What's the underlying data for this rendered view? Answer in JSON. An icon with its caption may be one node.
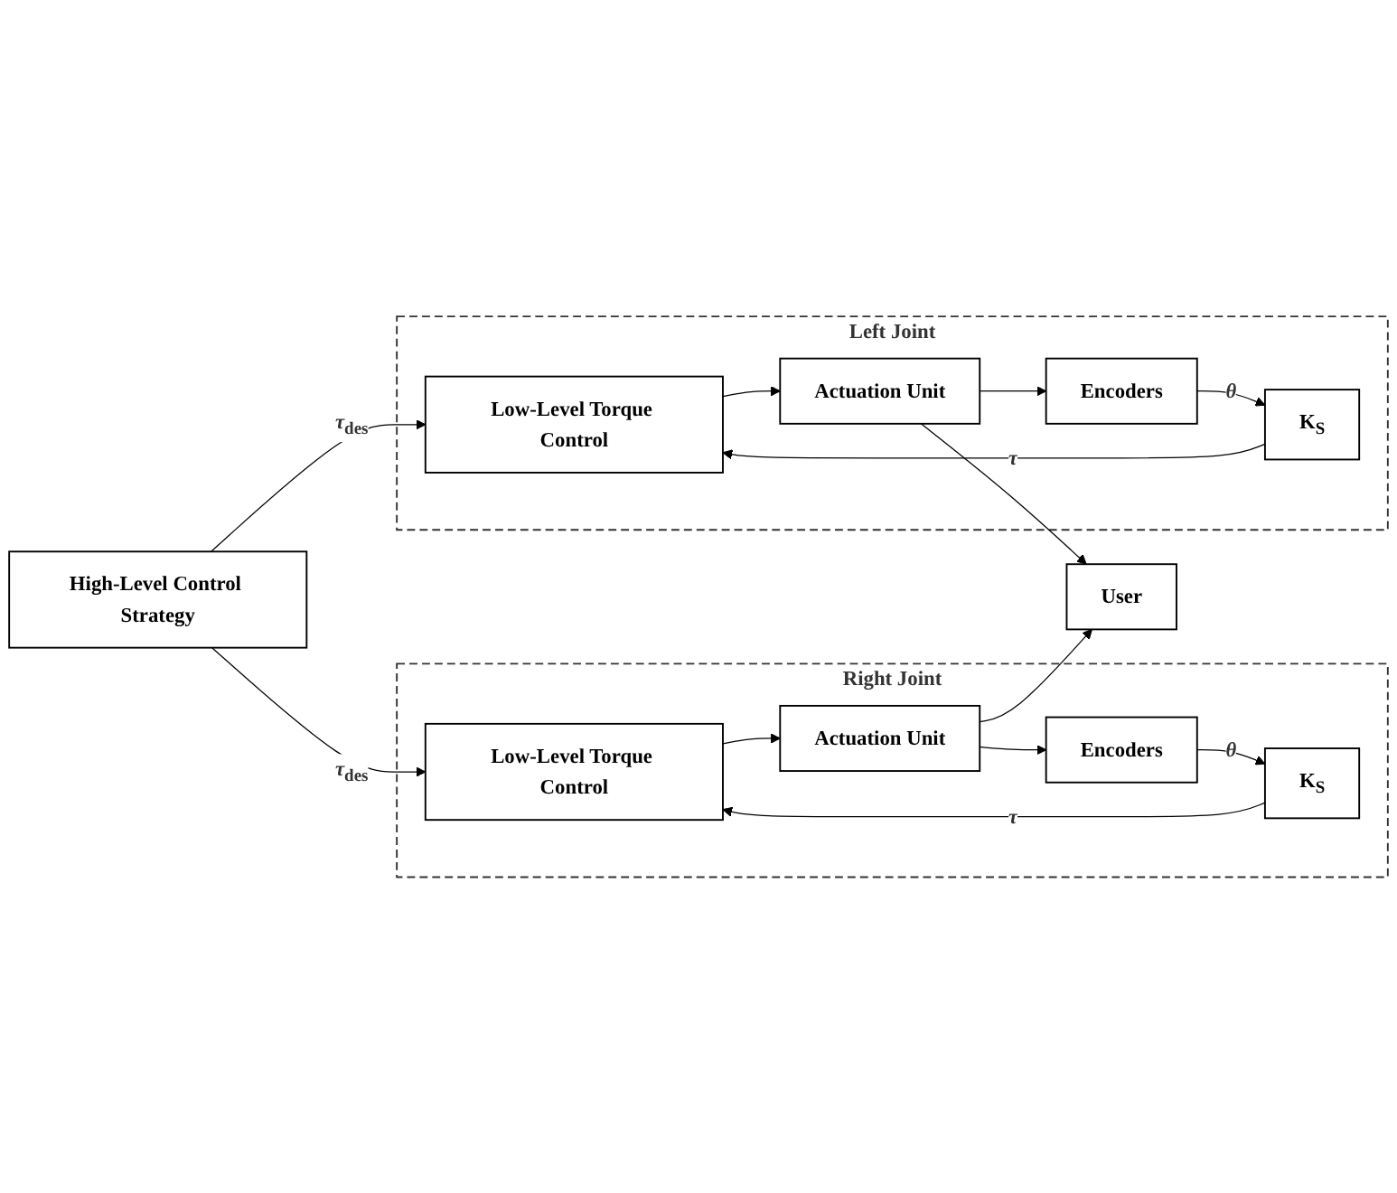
{
  "diagram": {
    "nodes": [
      {
        "text": [
          "High-Level Control Strategy"
        ]
      },
      {
        "text": [
          "Right Joint"
        ]
      },
      {
        "text": [
          "Low-Level Torque Control"
        ],
        "in": 1
      },
      {
        "text": [
          "Actuation Unit"
        ],
        "in": 1
      },
      {
        "text": [
          "Encoders"
        ],
        "in": 1
      },
      {
        "text": [
          "K$_{S}$"
        ],
        "in": 1
      },
      {
        "text": [
          "Left Joint"
        ]
      },
      {
        "text": [
          "Low-Level Torque Control"
        ],
        "in": 6
      },
      {
        "text": [
          "Actuation Unit"
        ],
        "in": 6
      },
      {
        "text": [
          "Encoders"
        ],
        "in": 6
      },
      {
        "text": [
          "K$_{S}$"
        ],
        "in": 6
      },
      {
        "text": [
          "User"
        ]
      }
    ],
    "edges": [
      {
        "from": 0,
        "to": 2,
        "arrow": "to",
        "label": "*τ*$_{des}$"
      },
      {
        "from": 2,
        "to": 3,
        "arrow": "to"
      },
      {
        "from": 3,
        "to": 11,
        "arrow": "to"
      },
      {
        "from": 3,
        "to": 4,
        "arrow": "to"
      },
      {
        "from": 4,
        "to": 5,
        "arrow": "to",
        "label": "*θ*"
      },
      {
        "from": 5,
        "to": 2,
        "arrow": "to",
        "label": "*τ*"
      },
      {
        "from": 0,
        "to": 7,
        "arrow": "to",
        "label": "*τ*$_{des}$"
      },
      {
        "from": 7,
        "to": 8,
        "arrow": "to"
      },
      {
        "from": 8,
        "to": 11,
        "arrow": "to"
      },
      {
        "from": 8,
        "to": 9,
        "arrow": "to"
      },
      {
        "from": 9,
        "to": 10,
        "arrow": "to",
        "label": "*θ*"
      },
      {
        "from": 10,
        "to": 7,
        "arrow": "to",
        "label": "*τ*"
      }
    ]
  }
}
